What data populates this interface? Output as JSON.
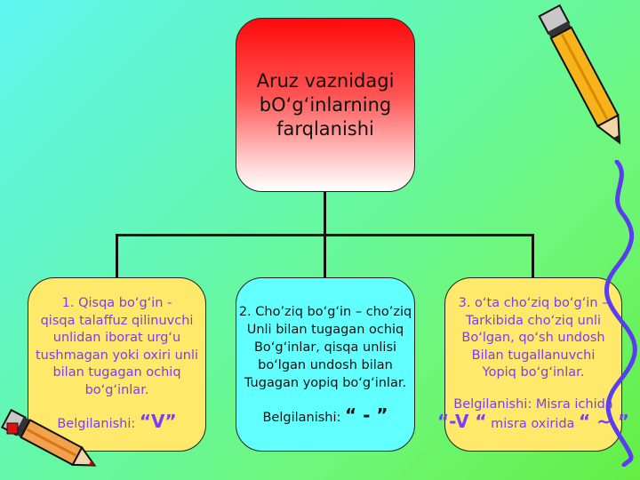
{
  "root": {
    "lines": [
      "Aruz vaznidagi",
      "bO‘g‘inlarning",
      "farqlanishi"
    ]
  },
  "left": {
    "lines": [
      "1.  Qisqa bo‘g‘in -",
      "qisqa talaffuz qilinuvchi",
      "unlidan iborat urg‘u",
      "tushmagan yoki oxiri unli",
      "bilan tugagan ochiq",
      "bo‘g‘inlar."
    ],
    "sign_label": "Belgilanishi: ",
    "sign_value": "“V”"
  },
  "middle": {
    "lines": [
      "2. Cho’ziq bo‘g‘in – cho’ziq",
      "Unli bilan tugagan ochiq",
      "Bo‘g‘inlar, qisqa unlisi",
      "bo‘lgan undosh bilan",
      "Tugagan yopiq bo‘g‘inlar."
    ],
    "sign_label": "Belgilanishi: ",
    "sign_value": "“ - ”"
  },
  "right": {
    "lines": [
      "3. o‘ta cho‘ziq bo‘g‘in –",
      "Tarkibida cho‘ziq unli",
      "Bo‘lgan, qo‘sh undosh",
      "Bilan tugallanuvchi",
      "Yopiq bo‘g‘inlar."
    ],
    "sign_line1": "Belgilanishi: Misra ichida",
    "sign_pre": "“-V “",
    "sign_mid": " misra oxirida ",
    "sign_post": "“ ~ ”"
  },
  "colors": {
    "root_box": "#ff0a0a",
    "side_boxes": "#ffe96a",
    "middle_box": "#62ffff",
    "side_text": "#7a3ff0",
    "connector": "#111111"
  },
  "icons": [
    "pencil-icon-top-right",
    "pencil-icon-bottom-left",
    "squiggle-decoration"
  ]
}
